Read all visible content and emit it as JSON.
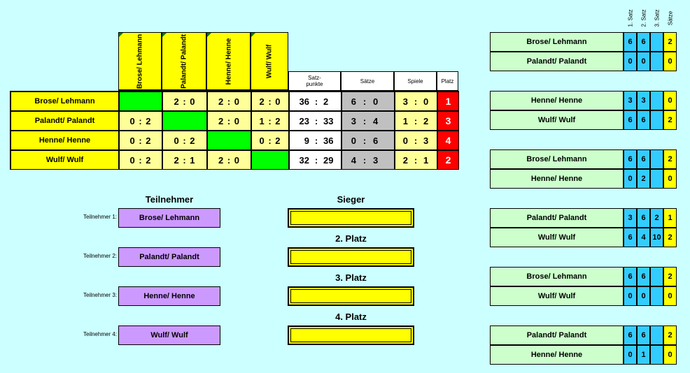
{
  "teams": [
    "Brose/ Lehmann",
    "Palandt/ Palandt",
    "Henne/ Henne",
    "Wulf/ Wulf"
  ],
  "col_headers": [
    "Brose/ Lehmann",
    "Palandt/ Palandt",
    "Henne/ Henne",
    "Wulf/ Wulf"
  ],
  "summary_headers": {
    "satzpunkte": "Satz-\npunkte",
    "saetze": "Sätze",
    "spiele": "Spiele",
    "platz": "Platz"
  },
  "matrix": [
    [
      "",
      "2 : 0",
      "2 : 0",
      "2 : 0"
    ],
    [
      "0 : 2",
      "",
      "2 : 0",
      "1 : 2"
    ],
    [
      "0 : 2",
      "0 : 2",
      "",
      "0 : 2"
    ],
    [
      "0 : 2",
      "2 : 1",
      "2 : 0",
      ""
    ]
  ],
  "summary": [
    {
      "sp_a": "36",
      "sp_b": "2",
      "s_a": "6",
      "s_b": "0",
      "g_a": "3",
      "g_b": "0",
      "platz": "1"
    },
    {
      "sp_a": "23",
      "sp_b": "33",
      "s_a": "3",
      "s_b": "4",
      "g_a": "1",
      "g_b": "2",
      "platz": "3"
    },
    {
      "sp_a": "9",
      "sp_b": "36",
      "s_a": "0",
      "s_b": "6",
      "g_a": "0",
      "g_b": "3",
      "platz": "4"
    },
    {
      "sp_a": "32",
      "sp_b": "29",
      "s_a": "4",
      "s_b": "3",
      "g_a": "2",
      "g_b": "1",
      "platz": "2"
    }
  ],
  "teilnehmer_title": "Teilnehmer",
  "teilnehmer": [
    {
      "label": "Teilnehmer 1:",
      "name": "Brose/ Lehmann"
    },
    {
      "label": "Teilnehmer 2:",
      "name": "Palandt/ Palandt"
    },
    {
      "label": "Teilnehmer 3:",
      "name": "Henne/ Henne"
    },
    {
      "label": "Teilnehmer 4:",
      "name": "Wulf/ Wulf"
    }
  ],
  "places": [
    "Sieger",
    "2. Platz",
    "3. Platz",
    "4. Platz"
  ],
  "set_headers": [
    "1. Satz",
    "2. Satz",
    "3. Satz",
    "Sätze"
  ],
  "matches": [
    {
      "p1": "Brose/ Lehmann",
      "p1_sets": [
        "6",
        "6",
        ""
      ],
      "p1_total": "2",
      "p2": "Palandt/ Palandt",
      "p2_sets": [
        "0",
        "0",
        ""
      ],
      "p2_total": "0"
    },
    {
      "p1": "Henne/ Henne",
      "p1_sets": [
        "3",
        "3",
        ""
      ],
      "p1_total": "0",
      "p2": "Wulf/ Wulf",
      "p2_sets": [
        "6",
        "6",
        ""
      ],
      "p2_total": "2"
    },
    {
      "p1": "Brose/ Lehmann",
      "p1_sets": [
        "6",
        "6",
        ""
      ],
      "p1_total": "2",
      "p2": "Henne/ Henne",
      "p2_sets": [
        "0",
        "2",
        ""
      ],
      "p2_total": "0"
    },
    {
      "p1": "Palandt/ Palandt",
      "p1_sets": [
        "3",
        "6",
        "2"
      ],
      "p1_total": "1",
      "p2": "Wulf/ Wulf",
      "p2_sets": [
        "6",
        "4",
        "10"
      ],
      "p2_total": "2"
    },
    {
      "p1": "Brose/ Lehmann",
      "p1_sets": [
        "6",
        "6",
        ""
      ],
      "p1_total": "2",
      "p2": "Wulf/ Wulf",
      "p2_sets": [
        "0",
        "0",
        ""
      ],
      "p2_total": "0"
    },
    {
      "p1": "Palandt/ Palandt",
      "p1_sets": [
        "6",
        "6",
        ""
      ],
      "p1_total": "2",
      "p2": "Henne/ Henne",
      "p2_sets": [
        "0",
        "1",
        ""
      ],
      "p2_total": "0"
    }
  ],
  "colors": {
    "background": "#ccffff",
    "yellow": "#ffff00",
    "green": "#00ff00",
    "red": "#ff0000",
    "purple": "#cc99ff",
    "cyan": "#33ccff"
  }
}
